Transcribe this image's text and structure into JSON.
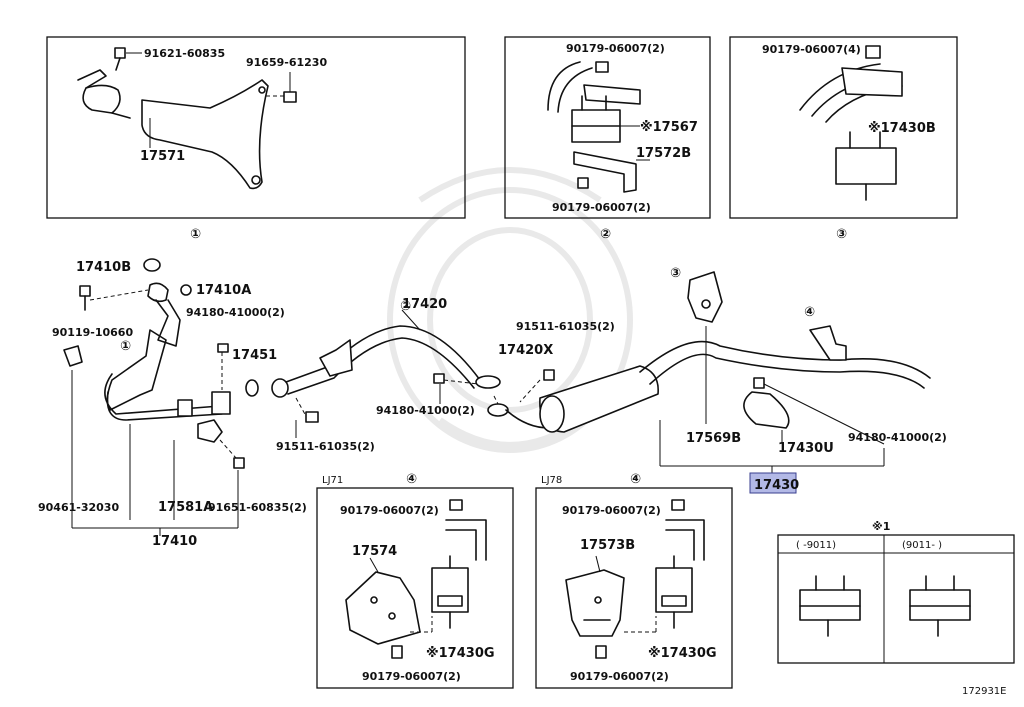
{
  "diagram_id": "172931E",
  "selected_part": "17430",
  "variants": {
    "lj71": "LJ71",
    "lj78": "LJ78"
  },
  "note_box": {
    "title": "※1",
    "col1": "(     -9011)",
    "col2": "(9011-      )"
  },
  "circles": {
    "c1": "①",
    "c2": "②",
    "c3": "③",
    "c4": "④"
  },
  "labels": {
    "p91621_60835": "91621-60835",
    "p91659_61230": "91659-61230",
    "p17571": "17571",
    "p90179_06007_2_a": "90179-06007(2)",
    "p17567": "※17567",
    "p17572B": "17572B",
    "p90179_06007_2_b": "90179-06007(2)",
    "p90179_06007_4": "90179-06007(4)",
    "p17430B": "※17430B",
    "p17410B": "17410B",
    "p17410A": "17410A",
    "p90119_10660": "90119-10660",
    "p94180_41000_2_a": "94180-41000(2)",
    "p17451": "17451",
    "p17420": "17420",
    "p91511_61035_2_a": "91511-61035(2)",
    "p17420X": "17420X",
    "p94180_41000_2_b": "94180-41000(2)",
    "p91511_61035_2_b": "91511-61035(2)",
    "p90461_32030": "90461-32030",
    "p17581A": "17581A",
    "p91651_60835_2": "91651-60835(2)",
    "p17410": "17410",
    "p17569B": "17569B",
    "p17430U": "17430U",
    "p94180_41000_2_c": "94180-41000(2)",
    "p17430": "17430",
    "p90179_06007_2_c": "90179-06007(2)",
    "p17574": "17574",
    "p17430G_a": "※17430G",
    "p90179_06007_2_d": "90179-06007(2)",
    "p90179_06007_2_e": "90179-06007(2)",
    "p17573B": "17573B",
    "p17430G_b": "※17430G",
    "p90179_06007_2_f": "90179-06007(2)"
  }
}
